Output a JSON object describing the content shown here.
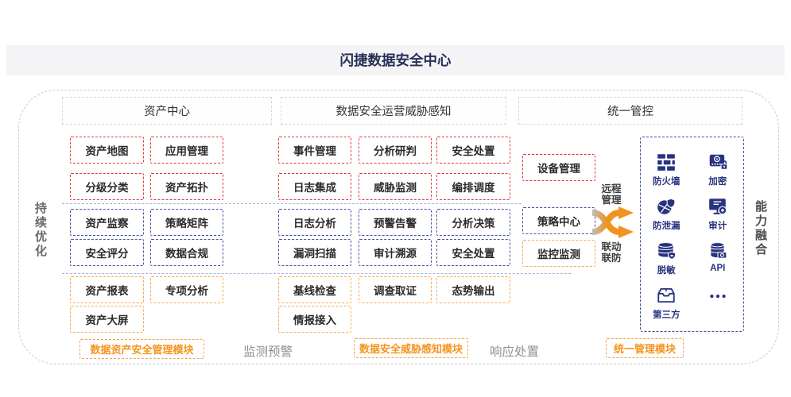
{
  "title": "闪捷数据安全中心",
  "side_labels": {
    "left": "持续优化",
    "right": "能力融合"
  },
  "footer": {
    "monitor_warning": "监测预警",
    "response_disposal": "响应处置"
  },
  "asset_center": {
    "header": "资产中心",
    "red": [
      "资产地图",
      "应用管理",
      "分级分类",
      "资产拓扑"
    ],
    "blue": [
      "资产监察",
      "策略矩阵",
      "安全评分",
      "数据合规"
    ],
    "orange": [
      "资产报表",
      "专项分析",
      "资产大屏"
    ],
    "module_label": "数据资产安全管理模块"
  },
  "threat_ops": {
    "header": "数据安全运营威胁感知",
    "red": [
      "事件管理",
      "分析研判",
      "安全处置",
      "日志集成",
      "威胁监测",
      "编排调度"
    ],
    "blue": [
      "日志分析",
      "预警告警",
      "分析决策",
      "漏洞扫描",
      "审计溯源",
      "安全处置"
    ],
    "orange": [
      "基线检查",
      "调查取证",
      "态势输出",
      "情报接入"
    ],
    "module_label": "数据安全威胁感知模块"
  },
  "unified_control": {
    "header": "统一管控",
    "boxes": {
      "device": "设备管理",
      "policy": "策略中心",
      "monitor": "监控监测"
    },
    "arrow_labels": {
      "top": "远程管理",
      "bottom": "联动联防"
    },
    "module_label": "统一管理模块",
    "devices": [
      {
        "icon": "firewall-icon",
        "label": "防火墙"
      },
      {
        "icon": "encryption-icon",
        "label": "加密"
      },
      {
        "icon": "leak-prevention-icon",
        "label": "防泄漏"
      },
      {
        "icon": "audit-icon",
        "label": "审计"
      },
      {
        "icon": "data-masking-icon",
        "label": "脱敏"
      },
      {
        "icon": "api-icon",
        "label": "API"
      },
      {
        "icon": "third-party-icon",
        "label": "第三方"
      },
      {
        "icon": "more-icon",
        "label": ""
      }
    ]
  },
  "colors": {
    "red": "#e03a36",
    "blue": "#47549e",
    "orange": "#f7a94f",
    "orange_accent": "#f5941d",
    "navy": "#27337f",
    "gray_text": "#8f8f8f"
  }
}
